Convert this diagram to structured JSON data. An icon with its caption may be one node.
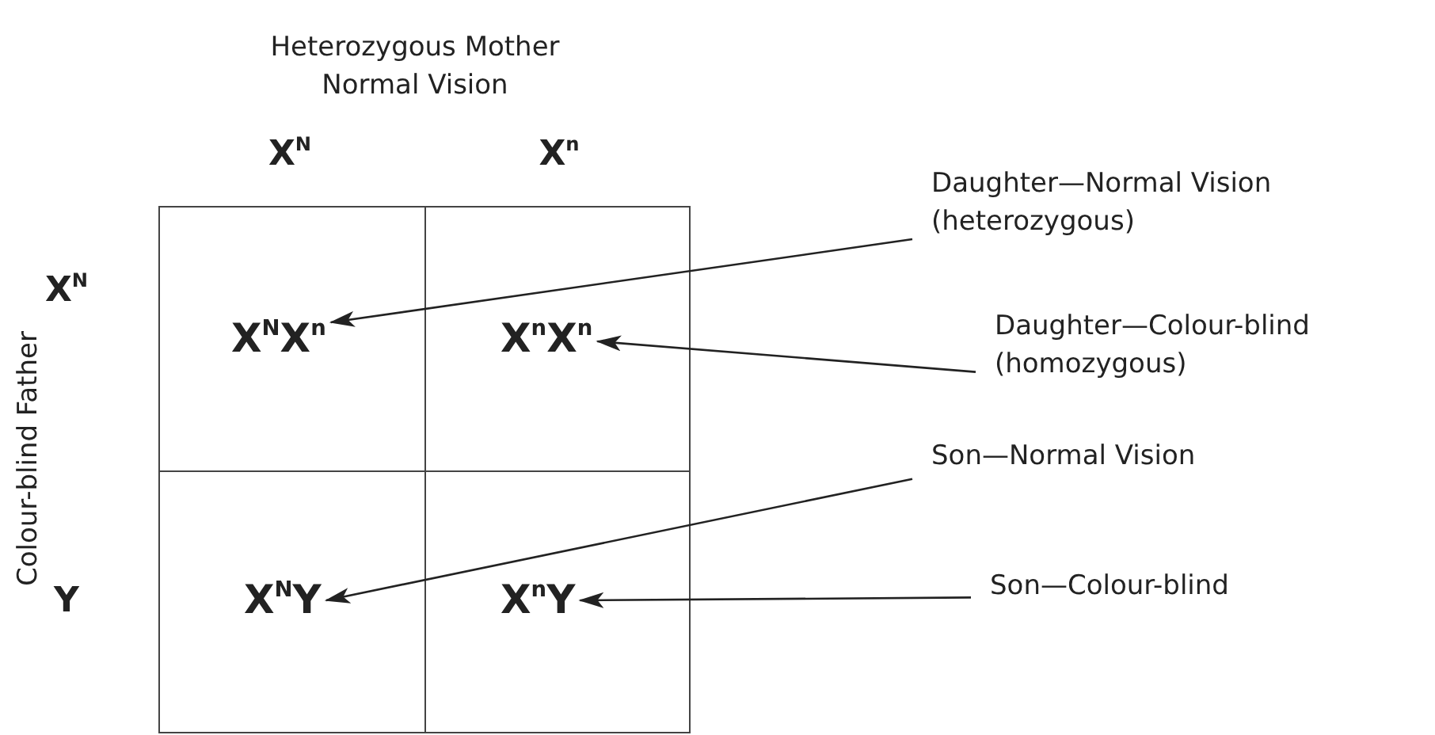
{
  "diagram": {
    "nodes": [
      {
        "text": [],
        "shape": "box"
      },
      {
        "text": [
          "X$^{N}$X$^{n}$"
        ],
        "in": 0
      },
      {
        "text": [],
        "shape": "box"
      },
      {
        "text": [
          "X$^{n}$X$^{n}$"
        ],
        "in": 2
      },
      {
        "text": [],
        "shape": "box"
      },
      {
        "text": [
          "X$^{N}$Y"
        ],
        "in": 4
      },
      {
        "text": [],
        "shape": "box"
      },
      {
        "text": [
          "X$^{n}$Y"
        ],
        "in": 6
      },
      {
        "text": [
          "Daughter—Normal Vision (heterozygous)"
        ]
      },
      {
        "text": [
          "Daughter—Colour-blind (homozygous)"
        ]
      },
      {
        "text": [
          "Son—Normal Vision"
        ]
      },
      {
        "text": [
          "Son—Colour-blind"
        ]
      }
    ],
    "edges": [
      {
        "from": 8,
        "to": 1,
        "arrow": "to"
      },
      {
        "from": 9,
        "to": 3,
        "arrow": "to"
      },
      {
        "from": 10,
        "to": 5,
        "arrow": "to"
      },
      {
        "from": 11,
        "to": 7,
        "arrow": "to"
      }
    ],
    "labels": [
      "Heterozygous Mother Normal Vision",
      "X$^{N}$",
      "X$^{n}$",
      "Colour-blind Father",
      "X$^{N}$",
      "Y"
    ]
  }
}
